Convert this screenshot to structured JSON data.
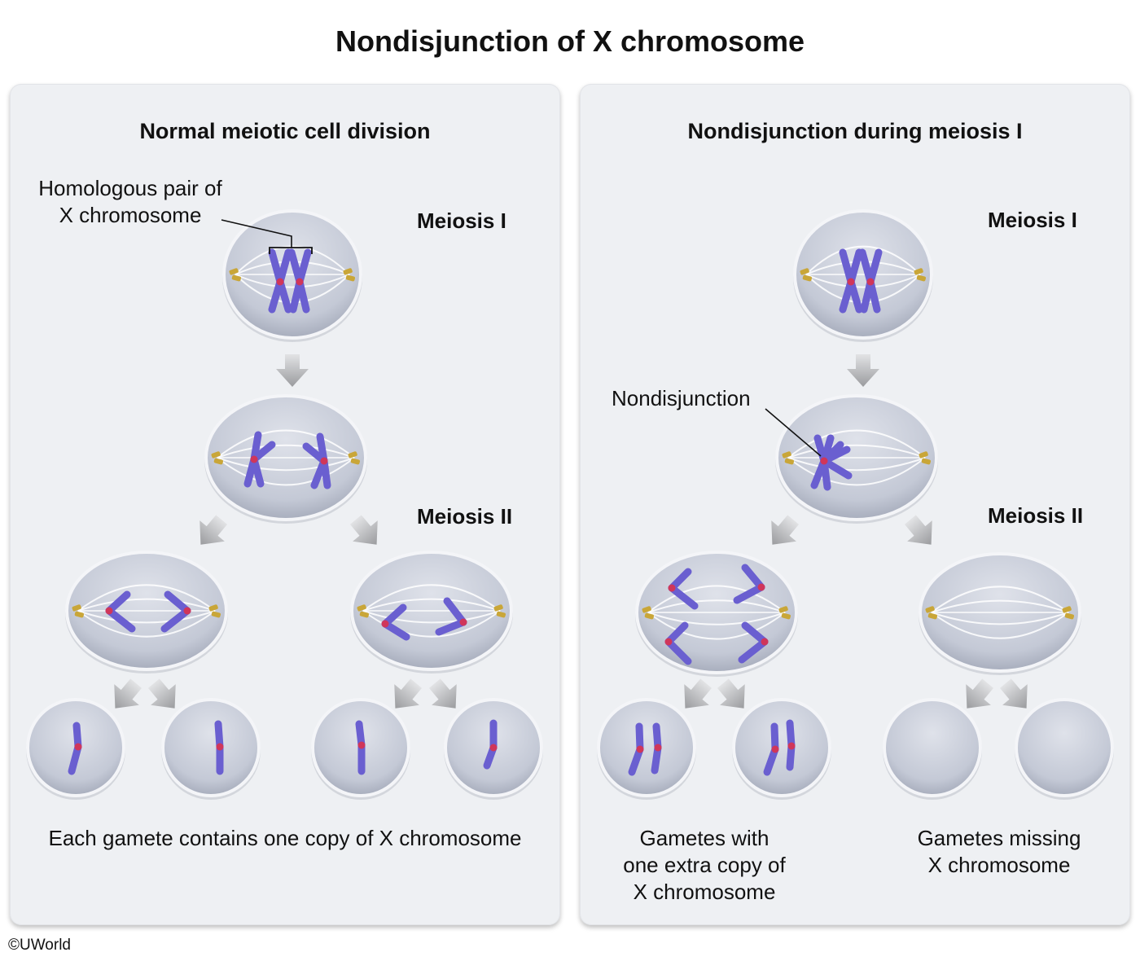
{
  "title": "Nondisjunction of X chromosome",
  "panels": {
    "normal": {
      "heading": "Normal meiotic cell division",
      "callout_line1": "Homologous pair of",
      "callout_line2": "X chromosome",
      "meiosis1": "Meiosis I",
      "meiosis2": "Meiosis II",
      "caption": "Each gamete contains one copy of X chromosome"
    },
    "nondisjunction": {
      "heading": "Nondisjunction during meiosis I",
      "callout": "Nondisjunction",
      "meiosis1": "Meiosis I",
      "meiosis2": "Meiosis II",
      "caption_extra_line1": "Gametes with",
      "caption_extra_line2": "one extra copy of",
      "caption_extra_line3": "X chromosome",
      "caption_missing_line1": "Gametes missing",
      "caption_missing_line2": "X chromosome"
    }
  },
  "colors": {
    "chromosome": "#6a5fd0",
    "centromere": "#d0365a",
    "centriole": "#c9a638",
    "cell": "#d6dae3",
    "arrow": "#a9aaac"
  },
  "copyright": "©UWorld"
}
